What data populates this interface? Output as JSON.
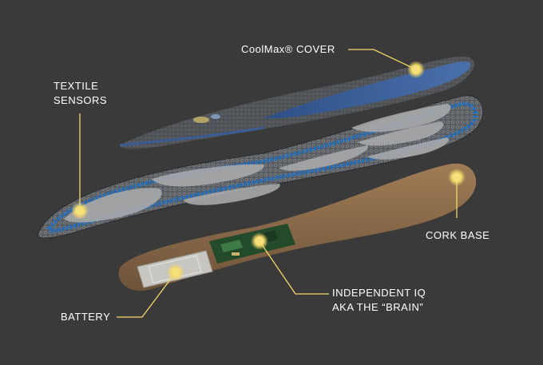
{
  "labels": {
    "cover": "CoolMax® COVER",
    "sensors": [
      "TEXTILE",
      "SENSORS"
    ],
    "cork": "CORK BASE",
    "brain": [
      "INDEPENDENT IQ",
      "AKA THE “BRAIN”"
    ],
    "battery": "BATTERY"
  },
  "colors": {
    "background": "#3a3a3a",
    "callout": "#f3d86a",
    "cover_blue": "#3b5f9a",
    "mesh_blue": "#1f6fc0",
    "cork": "#8a6a48",
    "pcb": "#234a2a"
  }
}
